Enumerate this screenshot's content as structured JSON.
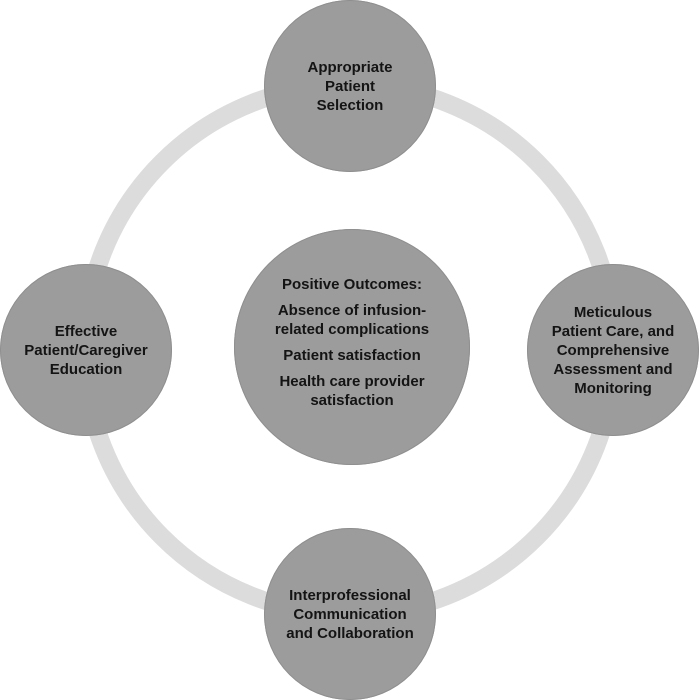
{
  "nodes": {
    "top": {
      "lines": [
        "Appropriate",
        "Patient",
        "Selection"
      ]
    },
    "right": {
      "lines": [
        "Meticulous",
        "Patient Care, and",
        "Comprehensive",
        "Assessment and",
        "Monitoring"
      ]
    },
    "bottom": {
      "lines": [
        "Interprofessional",
        "Communication",
        "and Collaboration"
      ]
    },
    "left": {
      "lines": [
        "Effective",
        "Patient/Caregiver",
        "Education"
      ]
    }
  },
  "center": {
    "title": "Positive Outcomes:",
    "items": [
      {
        "lines": [
          "Absence of infusion-",
          "related complications"
        ]
      },
      {
        "lines": [
          "Patient satisfaction"
        ]
      },
      {
        "lines": [
          "Health care provider",
          "satisfaction"
        ]
      }
    ]
  },
  "colors": {
    "ring": "#dcdcdc",
    "node_fill": "#9c9c9c",
    "text": "#141414"
  }
}
